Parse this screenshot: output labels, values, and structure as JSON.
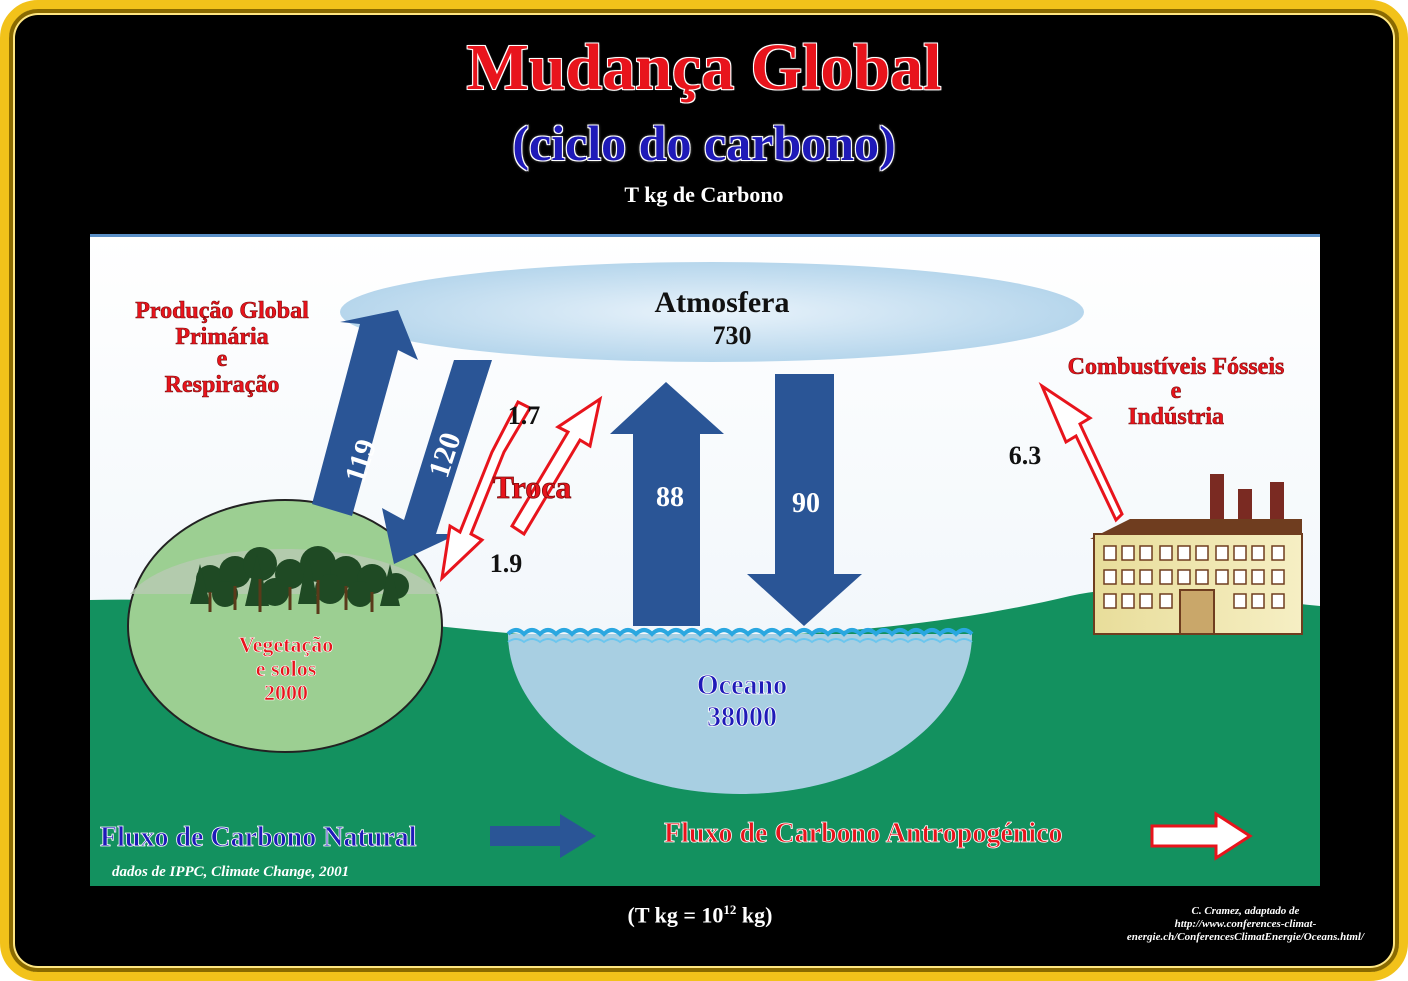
{
  "title": "Mudança Global",
  "subtitle": "(ciclo do carbono)",
  "unit_label": "T kg de Carbono",
  "atmosphere": {
    "label": "Atmosfera",
    "value": "730"
  },
  "vegetation": {
    "line1": "Vegetação",
    "line2": "e solos",
    "value": "2000"
  },
  "ocean": {
    "label": "Oceano",
    "value": "38000"
  },
  "production": {
    "line1": "Produção Global",
    "line2": "Primária",
    "line3": "e",
    "line4": "Respiração"
  },
  "fossil": {
    "line1": "Combustíveis Fósseis",
    "line2": "e",
    "line3": "Indústria"
  },
  "exchange_label": "Troca",
  "fluxes": {
    "up_vegetation": "119",
    "down_vegetation": "120",
    "exchange_up": "1.7",
    "exchange_down": "1.9",
    "ocean_up": "88",
    "ocean_down": "90",
    "fossil": "6.3"
  },
  "legend": {
    "natural": "Fluxo de Carbono Natural",
    "anthropogenic": "Fluxo de Carbono Antropogénico",
    "natural_color": "#1e4b96",
    "anthropogenic_color": "#e8141c"
  },
  "data_source": "dados de IPPC, Climate Change, 2001",
  "formula": {
    "prefix": "(T kg  = 10",
    "exponent": "12",
    "suffix": " kg)"
  },
  "credit": {
    "line1": "C. Cramez, adaptado de",
    "line2": "http://www.conferences-climat-",
    "line3": "energie.ch/ConferencesClimatEnergie/Oceans.html/"
  }
}
